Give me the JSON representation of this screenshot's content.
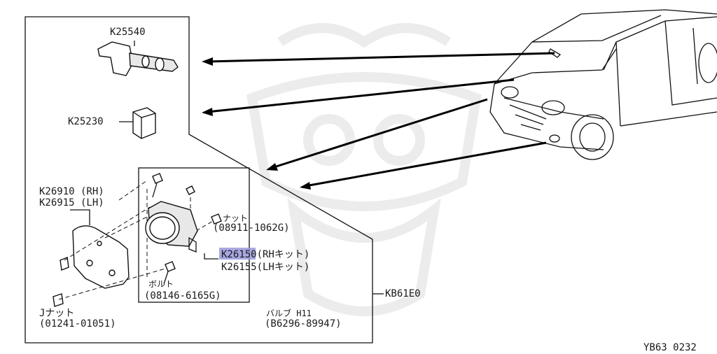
{
  "labels": {
    "combo_switch": "K25540",
    "relay": "K25230",
    "bracket_rh": "K26910 (RH)",
    "bracket_lh": "K26915 (LH)",
    "nut_name": "ナット",
    "nut_code": "(08911-1062G)",
    "lamp_rh": "K26150(RHキット)",
    "lamp_lh": "K26155(LHキット)",
    "bolt_name": "ボルト",
    "bolt_code": "(08146-6165G)",
    "jnut_name": "Jナット",
    "jnut_code": "(01241-01051)",
    "bulb_name": "バルブ H11",
    "bulb_code": "(B6296-89947)",
    "kit": "KB61E0",
    "figure_code": "YB63 0232"
  },
  "colors": {
    "line": "#111111",
    "highlight": "#9999dd",
    "watermark": "#ececec"
  }
}
